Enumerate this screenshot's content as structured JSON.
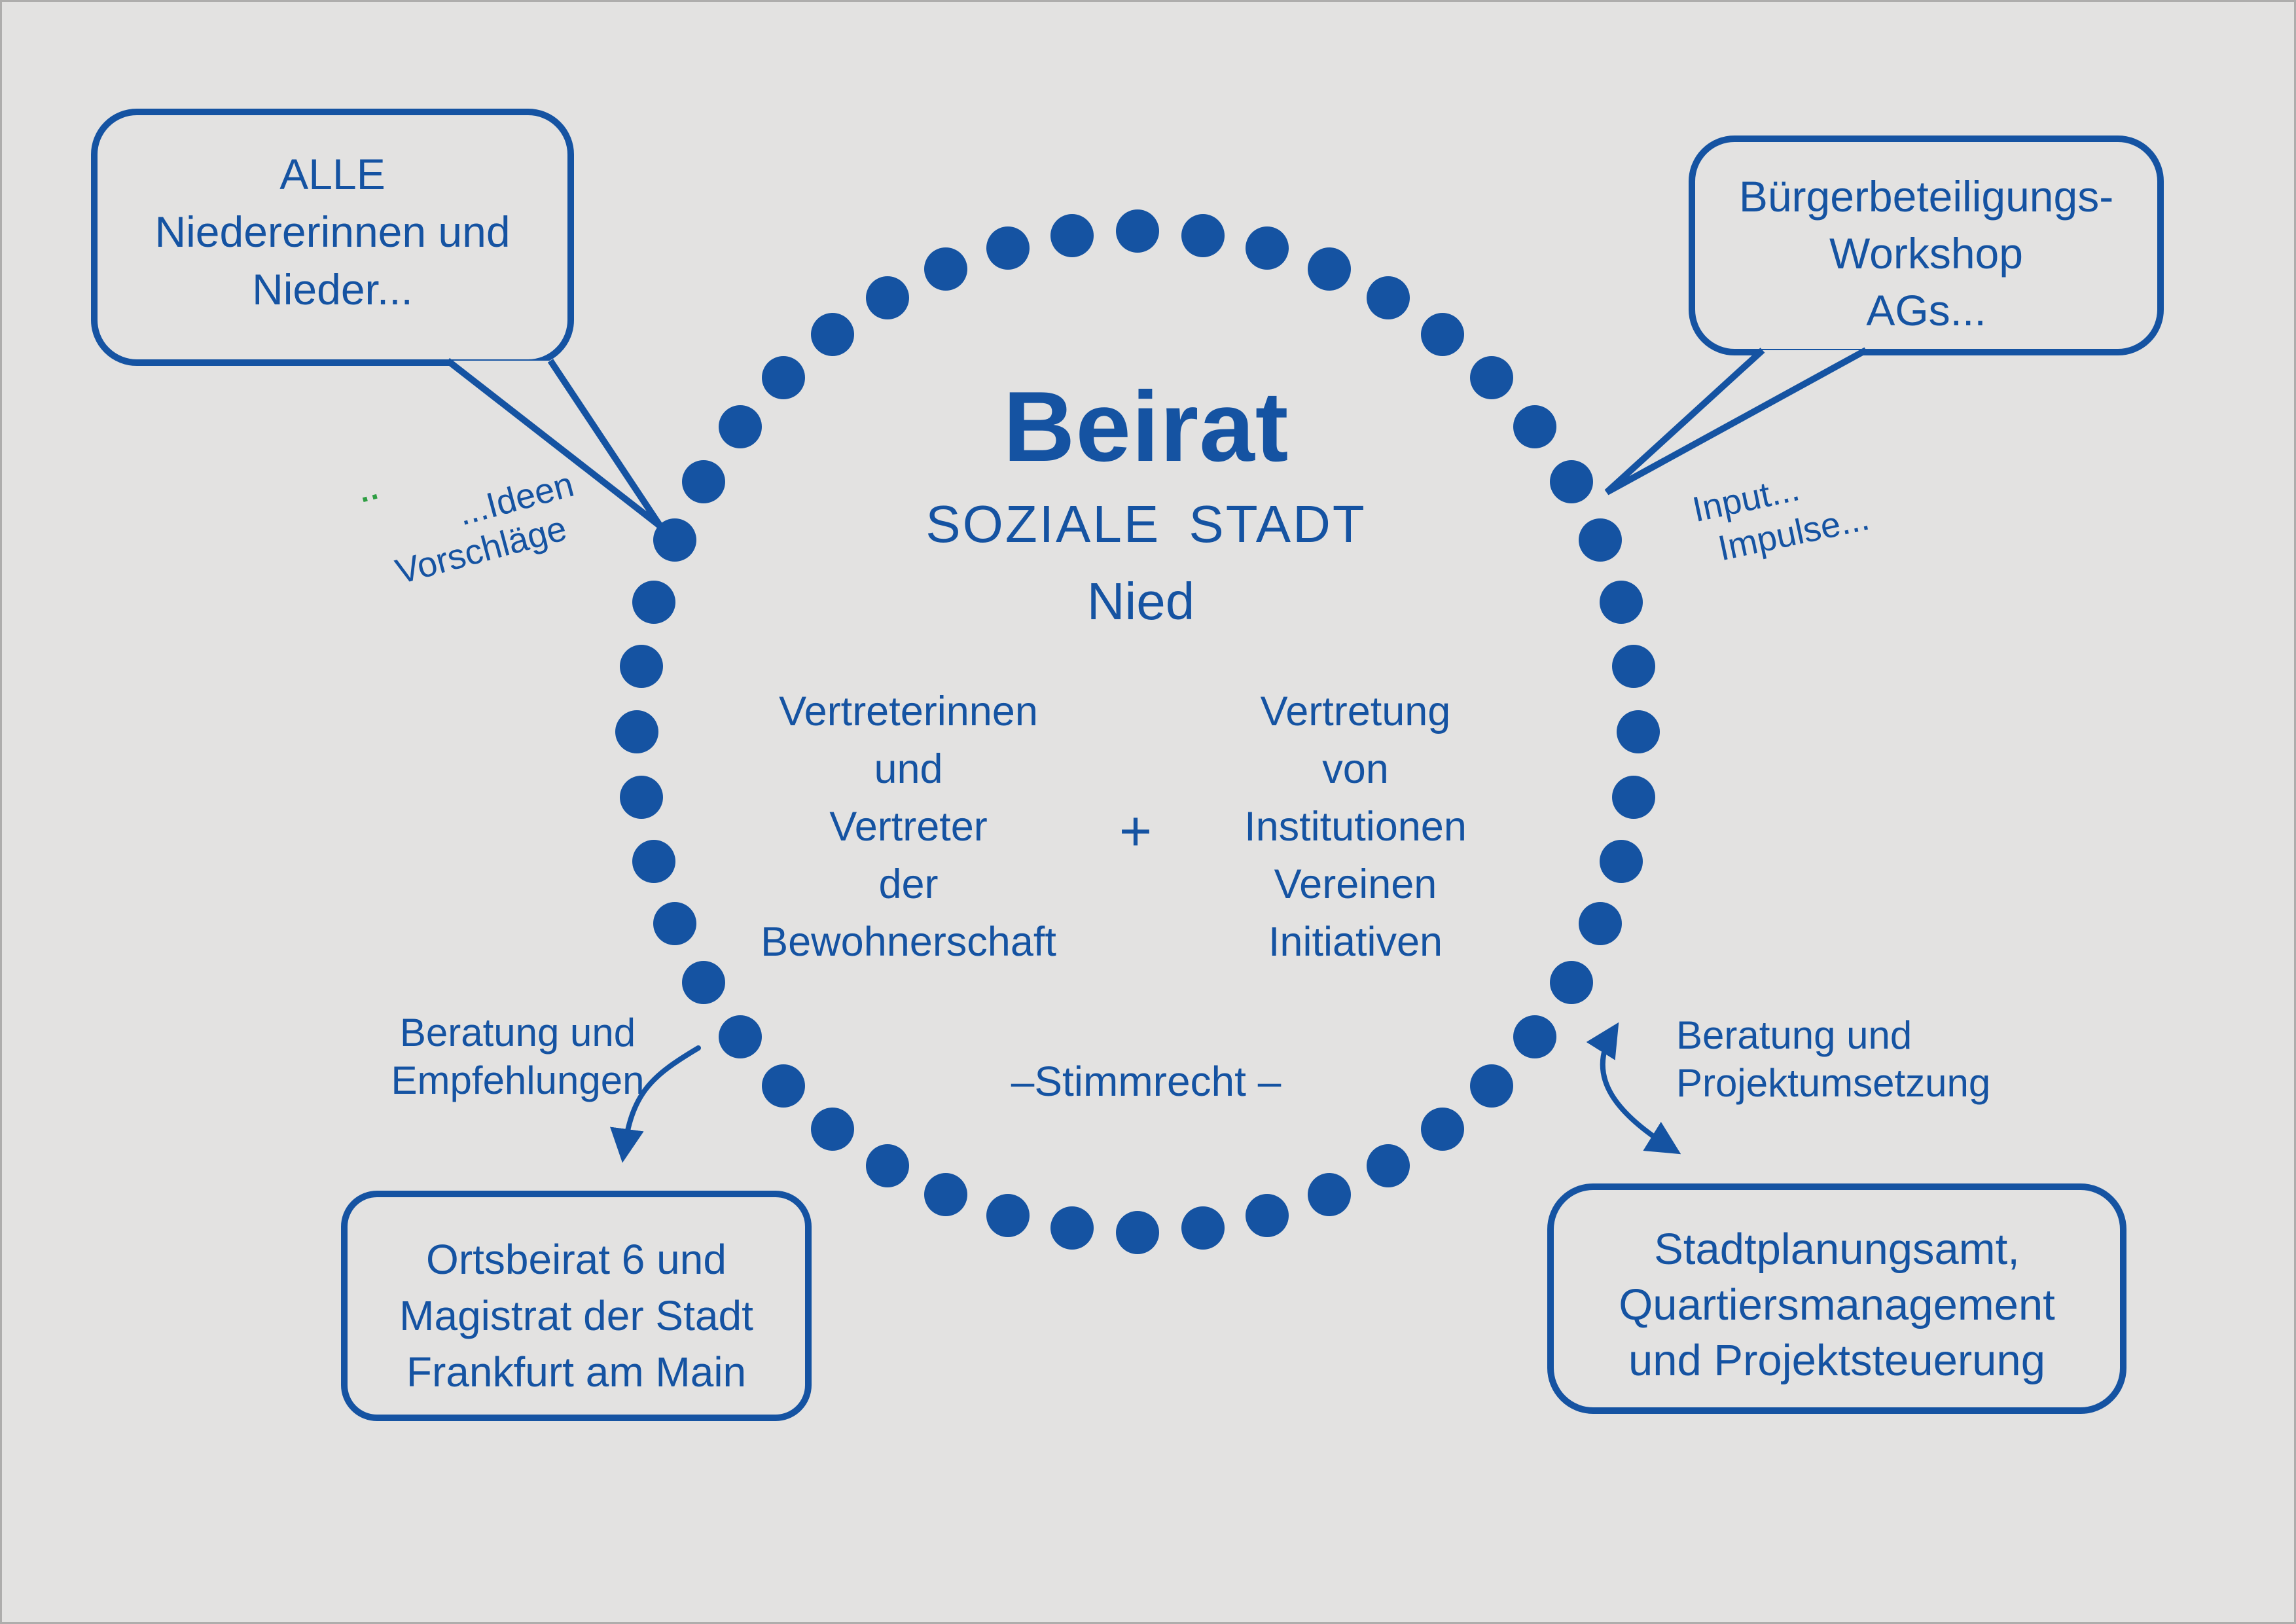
{
  "colors": {
    "blue": "#1553a2",
    "green": "#2f9e43",
    "background": "#e3e2e1"
  },
  "circle": {
    "title": "Beirat",
    "subtitle_line1": "SOZIALE STADT",
    "subtitle_line2": "Nied",
    "left_column": [
      "Vertreterinnen",
      "und",
      "Vertreter",
      "der",
      "Bewohnerschaft"
    ],
    "plus_sign": "+",
    "right_column": [
      "Vertretung",
      "von",
      "Institutionen",
      "Vereinen",
      "Initiativen"
    ],
    "voting_note": "–Stimmrecht –"
  },
  "bubbles": {
    "top_left": {
      "lines": [
        "ALLE",
        "Niedererinnen und",
        "Nieder..."
      ]
    },
    "top_right": {
      "lines": [
        "Bürgerbeteiligungs-",
        "Workshop",
        "AGs..."
      ]
    },
    "bottom_left": {
      "lines": [
        "Ortsbeirat 6 und",
        "Magistrat der Stadt",
        "Frankfurt am Main"
      ]
    },
    "bottom_right": {
      "lines": [
        "Stadtplanungsamt,",
        "Quartiersmanagement",
        "und Projektsteuerung"
      ]
    }
  },
  "annotations": {
    "ideen": "...Ideen",
    "vorschlaege": "Vorschläge",
    "green_marks": "··",
    "input": "Input...",
    "impulse": "Impulse...",
    "beratung_links": [
      "Beratung und",
      "Empfehlungen"
    ],
    "beratung_rechts": [
      "Beratung und",
      "Projektumsetzung"
    ]
  }
}
